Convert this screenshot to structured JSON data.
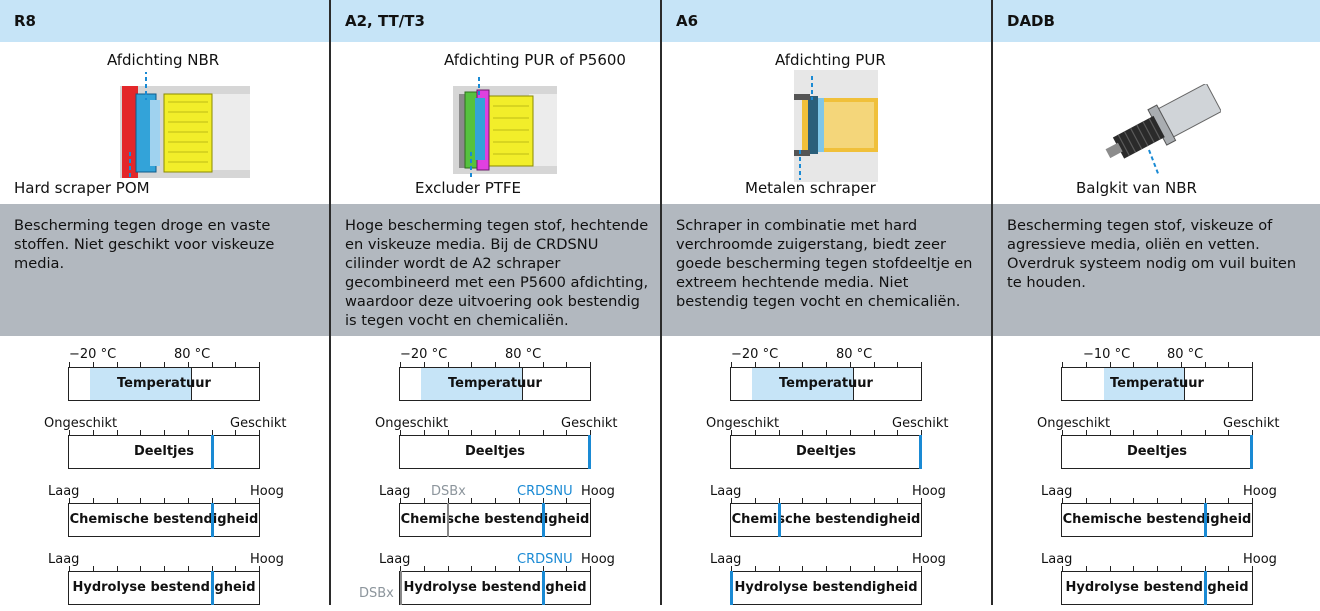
{
  "columns": [
    {
      "header": "R8",
      "label_top": "Afdichting NBR",
      "label_bottom": "Hard scraper POM",
      "description": "Bescherming tegen droge en vaste stoffen. Niet geschikt voor viskeuze media.",
      "temp_min": "−20 °C",
      "temp_max": "80 °C",
      "particles": 0.75,
      "chemical": 0.75,
      "hydrolysis": 0.75
    },
    {
      "header": "A2, TT/T3",
      "label_top": "Afdichting PUR of P5600",
      "label_bottom": "Excluder PTFE",
      "description": "Hoge bescherming tegen stof, hechtende en viskeuze media. Bij de CRDSNU cilinder wordt de A2 schraper gecombineerd met een P5600 afdichting, waardoor deze uitvoering ook bestendig is tegen vocht en chemicaliën.",
      "temp_min": "−20 °C",
      "temp_max": "80 °C",
      "particles": 1.0,
      "chemical": 0.75,
      "chemical_gray": 0.25,
      "chemical_gray_label": "DSBx",
      "chemical_blue_label": "CRDSNU",
      "hydrolysis": 0.75,
      "hydrolysis_gray": 0.0,
      "hydrolysis_gray_label": "DSBx",
      "hydrolysis_blue_label": "CRDSNU"
    },
    {
      "header": "A6",
      "label_top": "Afdichting PUR",
      "label_bottom": "Metalen schraper",
      "description": "Schraper in combinatie met hard verchroomde zuigerstang, biedt zeer goede bescherming tegen stofdeeltje en extreem hechtende media. Niet bestendig tegen vocht en chemicaliën.",
      "temp_min": "−20 °C",
      "temp_max": "80 °C",
      "particles": 1.0,
      "chemical": 0.25,
      "hydrolysis": 0.0
    },
    {
      "header": "DADB",
      "label_top": "",
      "label_bottom": "Balgkit van NBR",
      "description": "Bescherming tegen stof, viskeuze of agressieve media, oliën en vetten. Overdruk systeem nodig om vuil buiten te houden.",
      "temp_min": "−10 °C",
      "temp_max": "80 °C",
      "particles": 1.0,
      "chemical": 0.75,
      "hydrolysis": 0.75
    }
  ],
  "scales": {
    "temperature_title": "Temperatuur",
    "particles_title": "Deeltjes",
    "particles_low": "Ongeschikt",
    "particles_high": "Geschikt",
    "chemical_title": "Chemische bestendigheid",
    "hydrolysis_title": "Hydrolyse bestendigheid",
    "low": "Laag",
    "high": "Hoog"
  },
  "colors": {
    "header_bg": "#c6e4f7",
    "desc_bg": "#b2b8bf",
    "accent": "#1a8ad4"
  }
}
